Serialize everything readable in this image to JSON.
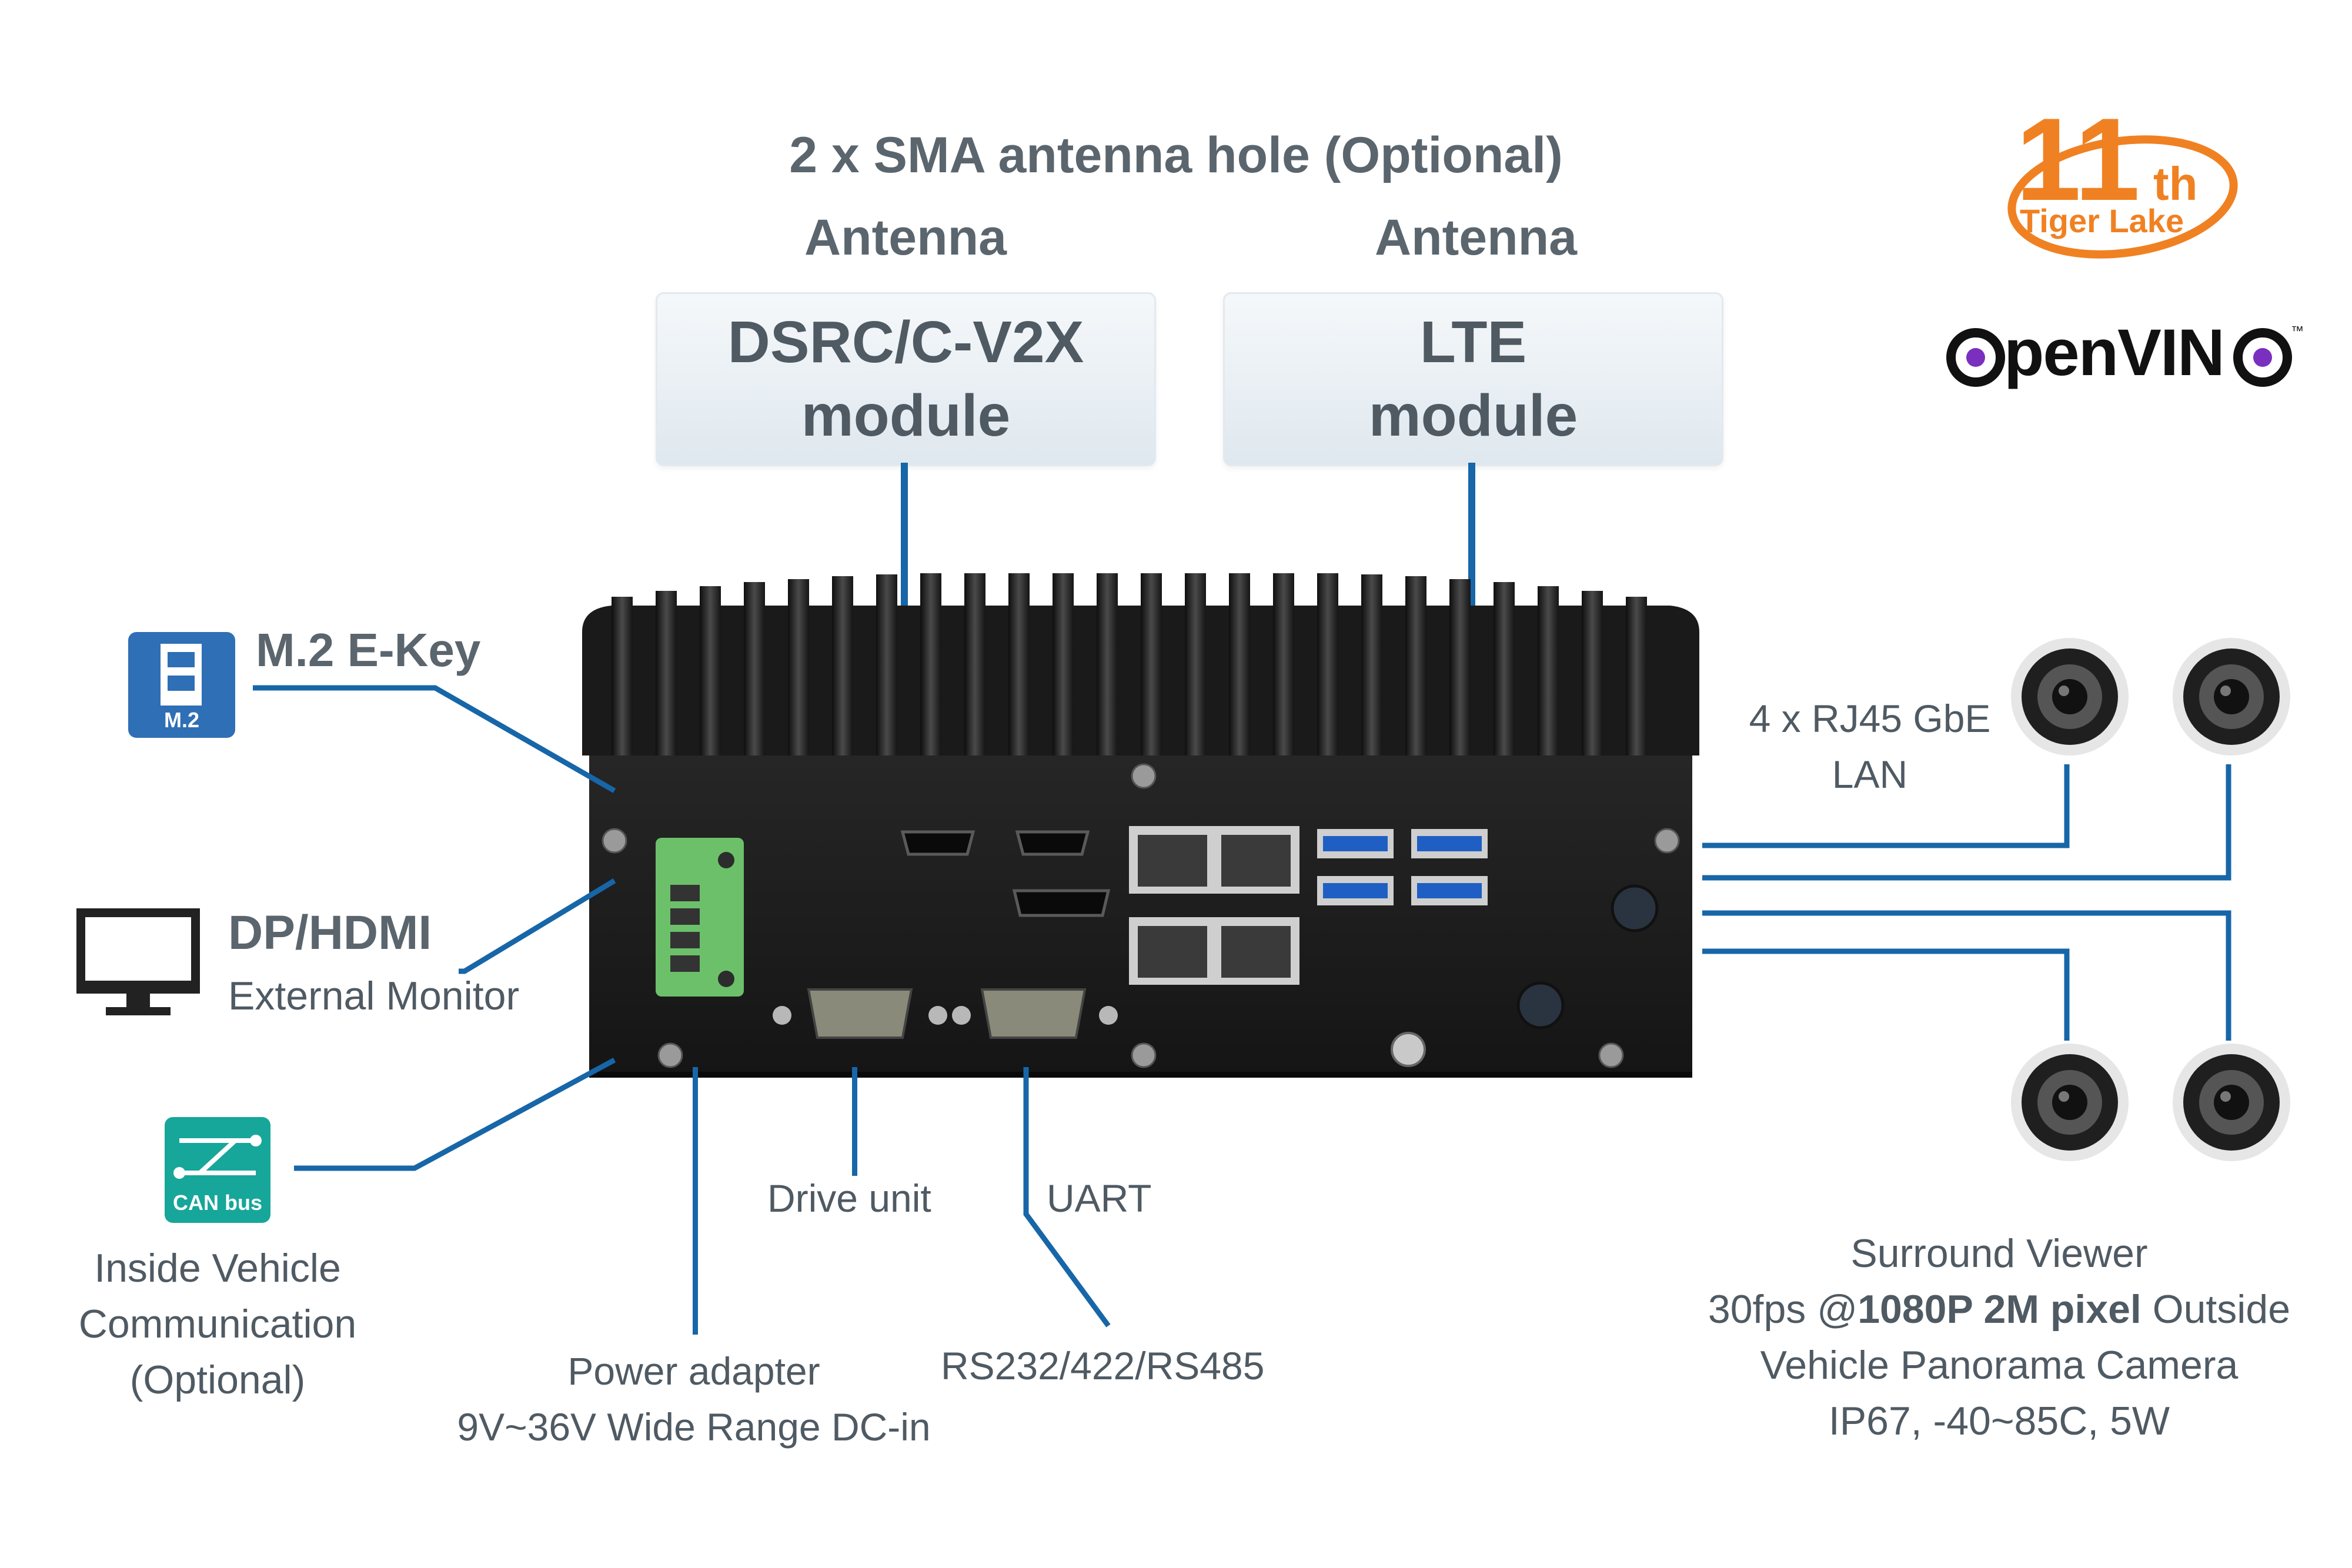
{
  "header": {
    "sma_title": "2 x SMA antenna hole (Optional)",
    "antenna_left": "Antenna",
    "antenna_right": "Antenna"
  },
  "modules": {
    "dsrc": {
      "line1": "DSRC/C-V2X",
      "line2": "module"
    },
    "lte": {
      "line1": "LTE",
      "line2": "module"
    }
  },
  "logos": {
    "gen_number": "11",
    "gen_suffix": "th",
    "platform": "Tiger Lake",
    "openvino": "OpenVINO",
    "openvino_tm": "™",
    "brand_orange": "#f08122",
    "openvino_purple": "#7b2fbe"
  },
  "left": {
    "m2": {
      "title": "M.2 E-Key",
      "icon_label": "M.2",
      "icon": "m2-card-icon"
    },
    "dp": {
      "title": "DP/HDMI",
      "subtitle": "External Monitor",
      "icon": "monitor-icon"
    },
    "can": {
      "icon_label": "CAN bus",
      "icon": "can-bus-icon",
      "lines": [
        "Inside Vehicle",
        "Communication",
        "(Optional)"
      ]
    }
  },
  "bottom": {
    "power": [
      "Power adapter",
      "9V~36V Wide Range DC-in"
    ],
    "drive": "Drive unit",
    "uart": "UART",
    "rs": "RS232/422/RS485"
  },
  "right": {
    "lan": [
      "4 x RJ45 GbE",
      "LAN"
    ],
    "viewer": {
      "line1": "Surround Viewer",
      "line2_pre": "30fps @",
      "line2_bold": "1080P 2M pixel",
      "line2_post": " Outside",
      "line3": "Vehicle Panorama Camera",
      "line4": "IP67, -40~85C, 5W"
    }
  },
  "colors": {
    "accent_line": "#1766a8",
    "icon_blue": "#2f6fb5",
    "icon_teal": "#17a69a",
    "terminal_green": "#6cc06a",
    "chassis": "#1c1c1c"
  }
}
